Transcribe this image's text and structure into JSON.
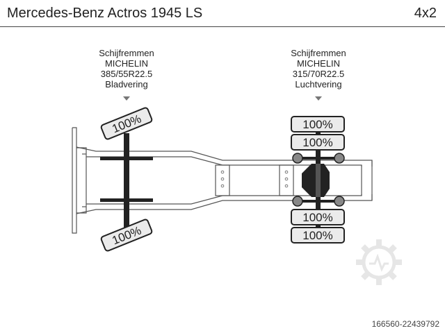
{
  "header": {
    "title": "Mercedes-Benz Actros 1945 LS",
    "configuration": "4x2"
  },
  "axles": [
    {
      "brake": "Schijfremmen",
      "tyre_brand": "MICHELIN",
      "tyre_size": "385/55R22.5",
      "suspension": "Bladvering",
      "tyres": [
        {
          "position": "left",
          "tread": "100%"
        },
        {
          "position": "right",
          "tread": "100%"
        }
      ]
    },
    {
      "brake": "Schijfremmen",
      "tyre_brand": "MICHELIN",
      "tyre_size": "315/70R22.5",
      "suspension": "Luchtvering",
      "tyres": [
        {
          "position": "left-outer",
          "tread": "100%"
        },
        {
          "position": "left-inner",
          "tread": "100%"
        },
        {
          "position": "right-inner",
          "tread": "100%"
        },
        {
          "position": "right-outer",
          "tread": "100%"
        }
      ]
    }
  ],
  "footer": {
    "reference": "166560-22439792"
  },
  "colors": {
    "tyre_fill": "#ebebeb",
    "axle": "#222222",
    "frame": "#555555",
    "watermark": "#e6e6e6"
  },
  "icons": {
    "watermark": "gear-watermark-icon"
  }
}
